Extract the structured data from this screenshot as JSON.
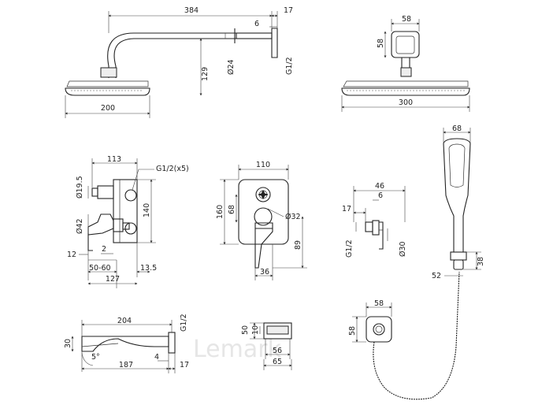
{
  "labels": {
    "l384": "384",
    "l17a": "17",
    "l6a": "6",
    "l129": "129",
    "d24": "Ø24",
    "g12a": "G1/2",
    "l200": "200",
    "l58a": "58",
    "l58b": "58",
    "l300": "300",
    "l113": "113",
    "g12x5": "G1/2(x5)",
    "d195": "Ø19.5",
    "d42": "Ø42",
    "l140": "140",
    "l12": "12",
    "l2": "2",
    "l5060": "50-60",
    "l135": "13.5",
    "l127": "127",
    "l110": "110",
    "l160": "160",
    "l68a": "68",
    "d32": "Ø32",
    "l89": "89",
    "l36": "36",
    "l46": "46",
    "l6b": "6",
    "l17b": "17",
    "g12b": "G1/2",
    "d30": "Ø30",
    "l68b": "68",
    "l38": "38",
    "l52": "52",
    "l204": "204",
    "g12c": "G1/2",
    "l30": "30",
    "l5deg": "5°",
    "l4": "4",
    "l187": "187",
    "l17c": "17",
    "l50": "50",
    "l10": "10",
    "l56": "56",
    "l65": "65",
    "l58c": "58",
    "l58d": "58"
  }
}
